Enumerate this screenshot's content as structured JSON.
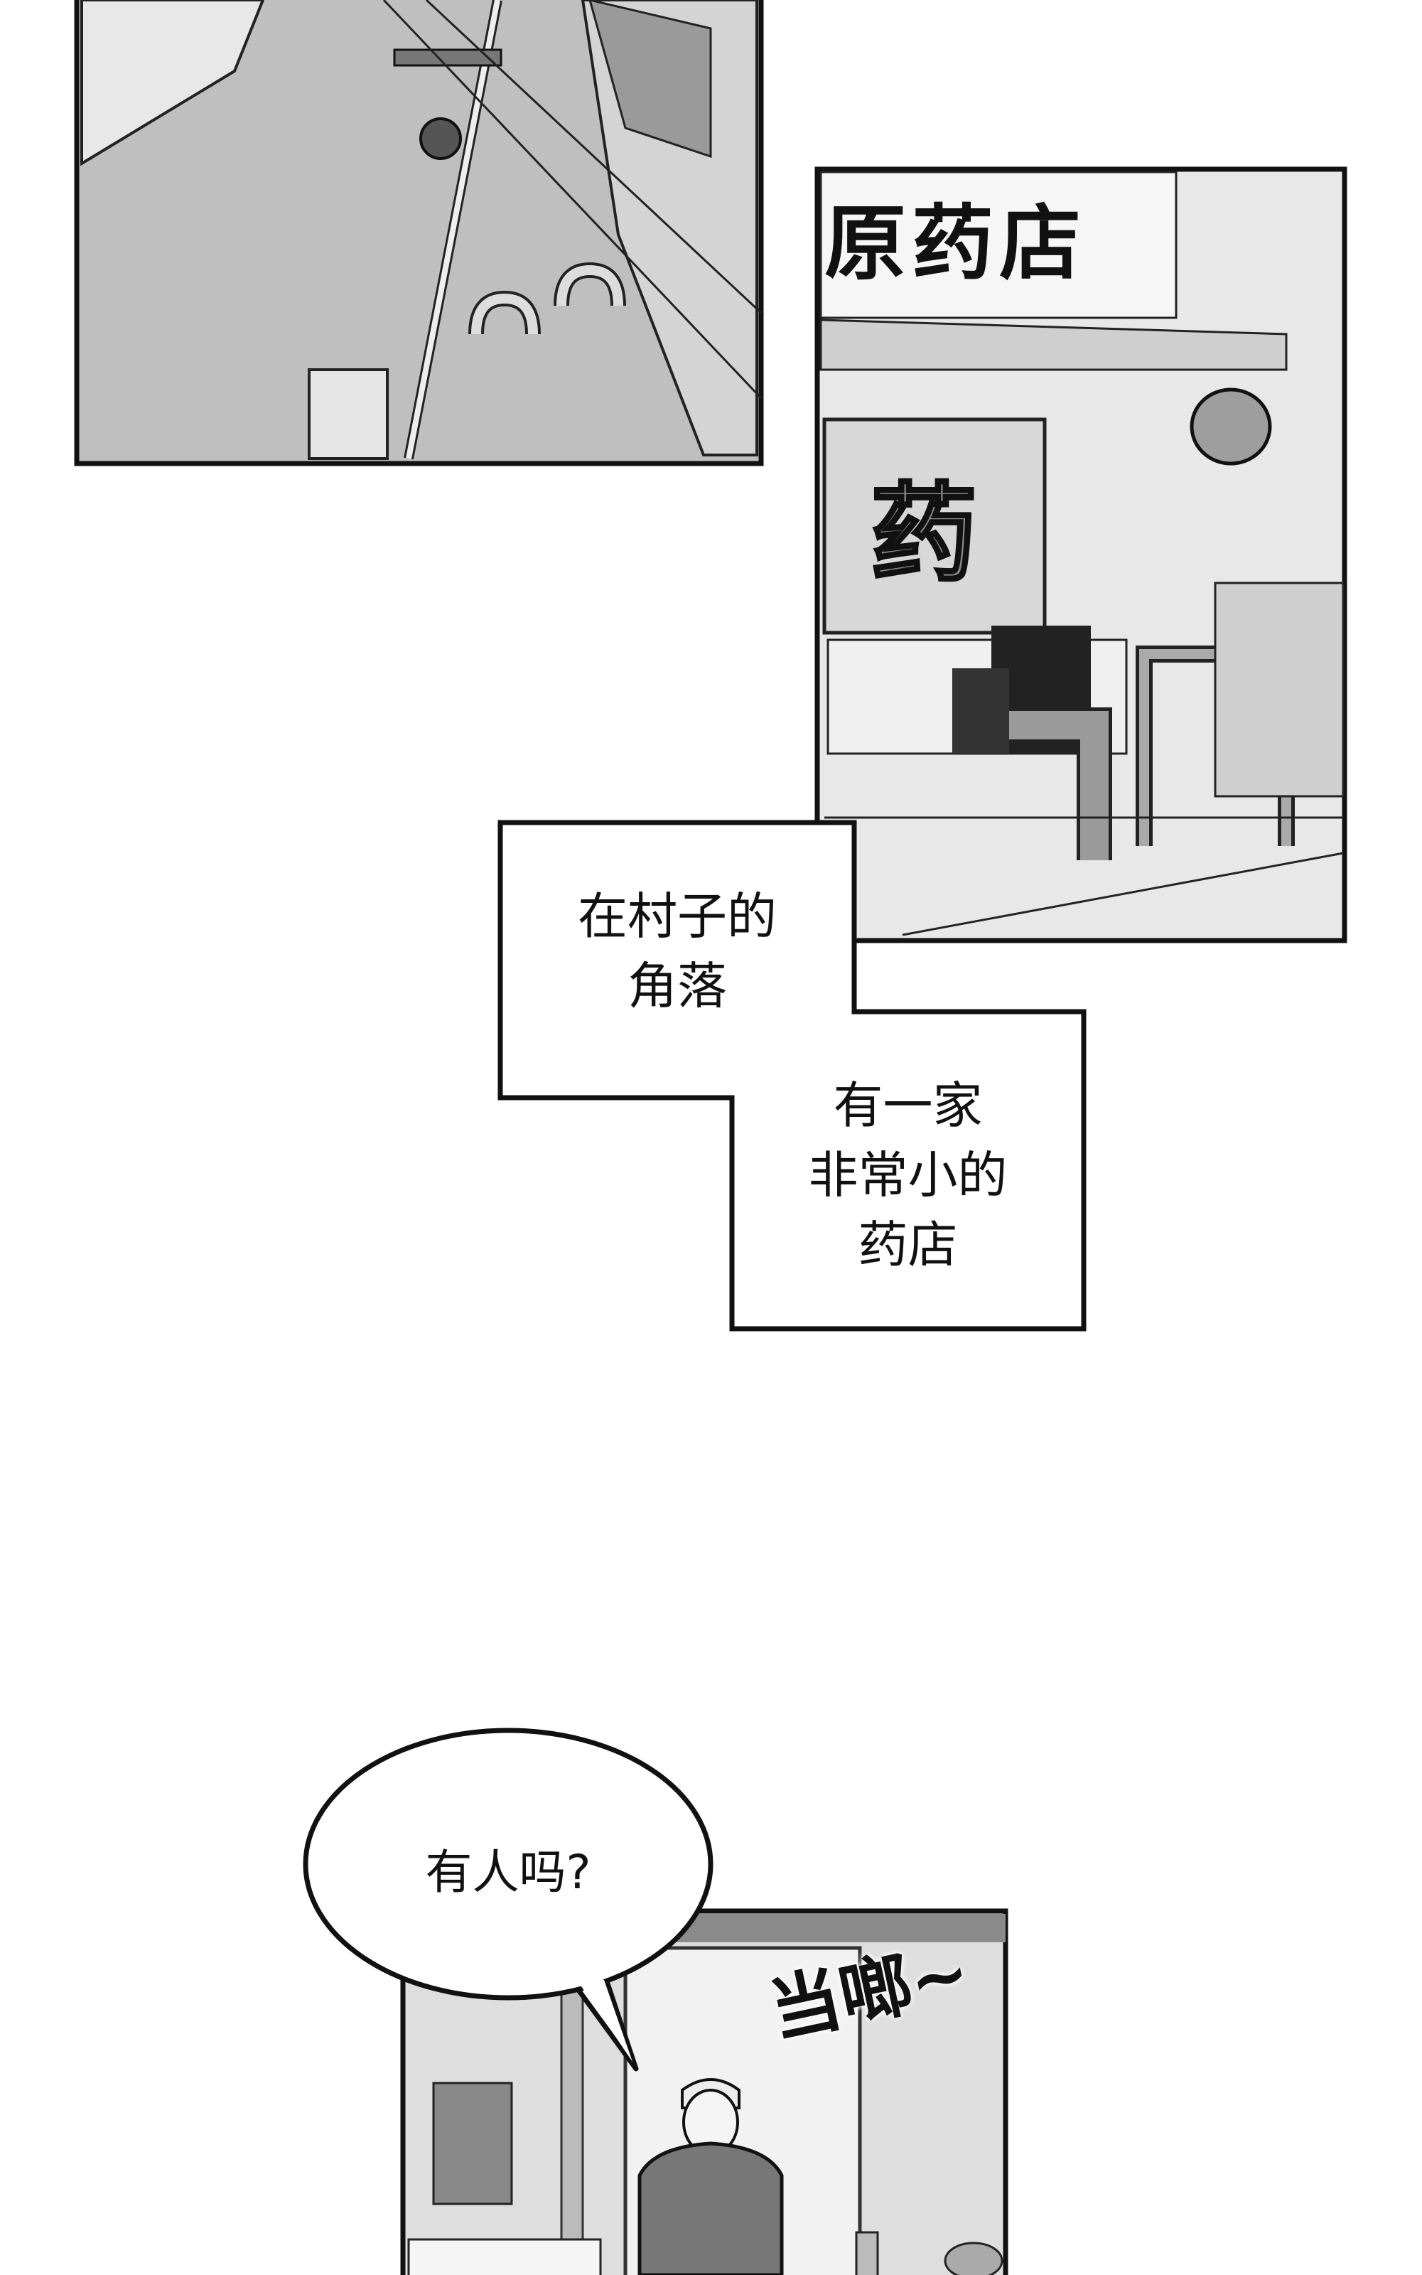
{
  "panel1": {
    "description_label": ""
  },
  "panel2": {
    "sign_text": "原药店",
    "window_text": "药"
  },
  "caption1": {
    "line1": "在村子的",
    "line2": "角落"
  },
  "caption2": {
    "line1": "有一家",
    "line2": "非常小的",
    "line3": "药店"
  },
  "speech_bubble": {
    "text": "有人吗?"
  },
  "panel3": {
    "sound_effect": "当啷~"
  },
  "colors": {
    "ink": "#111111",
    "tone": "#bdbdbd",
    "tone_light": "#e2e2e2"
  }
}
